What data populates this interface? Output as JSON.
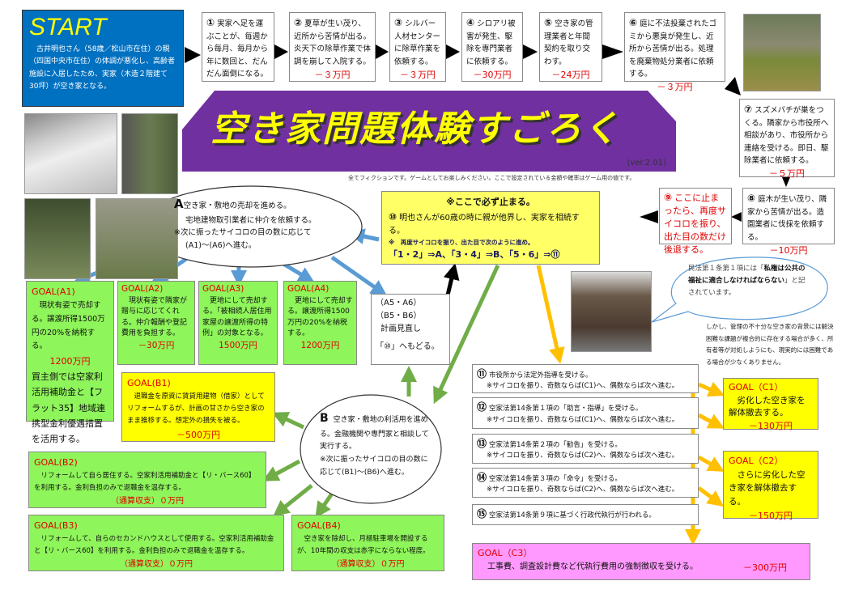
{
  "start": {
    "title": "START",
    "text": "古井明也さん（58歳／松山市在住）の親（四国中央市在住）の体調が悪化し、高齢者施設に入居したため、実家（木造２階建て30坪）が空き家となる。"
  },
  "banner": {
    "title": "空き家問題体験すごろく",
    "version": "(ver.2.01)",
    "disclaimer": "全てフィクションです。ゲームとしてお楽しみください。ここで設定されている金額や確率はゲーム用の値です。"
  },
  "steps": [
    {
      "num": "①",
      "text": "実家へ足を運ぶことが、毎週から毎月、毎月から年に数回と、だんだん面倒になる。",
      "cost": ""
    },
    {
      "num": "②",
      "text": "夏草が生い茂り、近所から苦情が出る。炎天下の除草作業で体調を崩して入院する。",
      "cost": "－３万円"
    },
    {
      "num": "③",
      "text": "シルバー人材センターに除草作業を依頼する。",
      "cost": "－３万円"
    },
    {
      "num": "④",
      "text": "シロアリ被害が発生、駆除を専門業者に依頼する。",
      "cost": "－30万円"
    },
    {
      "num": "⑤",
      "text": "空き家の管理業者と年間契約を取り交わす。",
      "cost": "－24万円"
    },
    {
      "num": "⑥",
      "text": "庭に不法投棄されたゴミから悪臭が発生し、近所から苦情が出る。処理を廃棄物処分業者に依頼する。",
      "cost": "－３万円"
    },
    {
      "num": "⑦",
      "text": "スズメバチが巣をつくる。隣家から市役所へ相談があり、市役所から連絡を受ける。即日、駆除業者に依頼する。",
      "cost": "－５万円"
    },
    {
      "num": "⑧",
      "text": "庭木が生い茂り、隣家から苦情が出る。造園業者に伐採を依頼する。",
      "cost": "－10万円"
    },
    {
      "num": "⑨",
      "text": "ここに止まったら、再度サイコロを振り、出た目の数だけ後退する。",
      "cost": ""
    }
  ],
  "step10": {
    "head": "※ここで必ず止まる。",
    "num": "⑩",
    "text": "明也さんが60歳の時に親が他界し、実家を相続する。",
    "note": "※　再度サイコロを振り、出た目で次のように進め。",
    "route": "「1・2」⇒A、「3・4」⇒B、「5・6」⇒⑪"
  },
  "branchA": {
    "letter": "A",
    "line1": "空き家・敷地の売却を進める。",
    "line2": "宅地建物取引業者に仲介を依頼する。",
    "line3": "※次に振ったサイコロの目の数に応じて",
    "line4": "(A1)～(A6)へ進む。"
  },
  "branchB": {
    "letter": "B",
    "text": "空き家・敷地の利活用を進める。金融機関や専門家と相談して実行する。",
    "note": "※次に振ったサイコロの目の数に応じて(B1)～(B6)へ進む。"
  },
  "review": {
    "l1": "（A5・A6）",
    "l2": "（B5・B6）",
    "l3": "計画見直し",
    "l4": "「⑩」へもどる。"
  },
  "goalsA": [
    {
      "title": "GOAL(A1)",
      "text": "現状有姿で売却する。譲渡所得1500万円の20%を納税する。",
      "amount": "1200万円",
      "extra": "買主側では空家利活用補助金と【フラット35】地域連携型金利優遇措置を活用する。"
    },
    {
      "title": "GOAL(A2)",
      "text": "現状有姿で隣家が贈与に応じてくれる。仲介報酬や登記費用を負担する。",
      "amount": "－30万円"
    },
    {
      "title": "GOAL(A3)",
      "text": "更地にして売却する。「被相続人居住用家屋の譲渡所得の特例」の対象となる。",
      "amount": "1500万円"
    },
    {
      "title": "GOAL(A4)",
      "text": "更地にして売却する。譲渡所得1500万円の20%を納税する。",
      "amount": "1200万円"
    }
  ],
  "goalsB": [
    {
      "title": "GOAL(B1)",
      "text": "退職金を原資に賃貸用建物（借家）としてリフォームするが、計画の甘さから空き家のまま推移する。想定外の損失を被る。",
      "amount": "－500万円"
    },
    {
      "title": "GOAL(B2)",
      "text": "リフォームして自ら居住する。空家利活用補助金と【リ・バース60】を利用する。金利負担のみで退職金を温存する。",
      "amount": "（通算収支）０万円"
    },
    {
      "title": "GOAL(B3)",
      "text": "リフォームして、自らのセカンドハウスとして使用する。空家利活用補助金と【リ・バース60】を利用する。金利負担のみで退職金を温存する。",
      "amount": "（通算収支）０万円"
    },
    {
      "title": "GOAL(B4)",
      "text": "空き家を除却し、月極駐車場を開設するが、10年間の収支は赤字にならない程度。",
      "amount": "（通算収支）０万円"
    }
  ],
  "speech": {
    "pre": "民法第１条第１項には「",
    "bold": "私権は公共の福祉に適合しなければならない",
    "post": "」と記されています。"
  },
  "note": "しかし、管理の不十分な空き家の背景には解決困難な課題が複合的に存在する場合が多く、所有者等が対処しようにも、現実的には困難である場合が少なくありません。",
  "stepsC": [
    {
      "num": "⑪",
      "text": "市役所から法定外指導を受ける。",
      "note": "※サイコロを振り、奇数ならば(C1)へ、偶数ならば次へ進む。"
    },
    {
      "num": "⑫",
      "text": "空家法第14条第１項の「助言・指導」を受ける。",
      "note": "※サイコロを振り、奇数ならば(C1)へ、偶数ならば次へ進む。"
    },
    {
      "num": "⑬",
      "text": "空家法第14条第２項の「勧告」を受ける。",
      "note": "※サイコロを振り、奇数ならば(C2)へ、偶数ならば次へ進む。"
    },
    {
      "num": "⑭",
      "text": "空家法第14条第３項の「命令」を受ける。",
      "note": "※サイコロを振り、奇数ならば(C2)へ、偶数ならば次へ進む。"
    },
    {
      "num": "⑮",
      "text": "空家法第14条第９項に基づく行政代執行が行われる。",
      "note": ""
    }
  ],
  "goalsC": [
    {
      "title": "GOAL（C1）",
      "text": "劣化した空き家を解体撤去する。",
      "amount": "－130万円"
    },
    {
      "title": "GOAL（C2）",
      "text": "さらに劣化した空き家を解体撤去する。",
      "amount": "－150万円"
    },
    {
      "title": "GOAL（C3）",
      "text": "工事費、調査設計費など代執行費用の強制徴収を受ける。",
      "amount": "－300万円"
    }
  ],
  "colors": {
    "start": "#0070c0",
    "banner": "#7030a0",
    "green": "#8ef55a",
    "yellow": "#ffff00",
    "pink": "#ff99ff",
    "blueArrow": "#5b9bd5",
    "greenArrow": "#70ad47",
    "orangeArrow": "#ffc000"
  }
}
